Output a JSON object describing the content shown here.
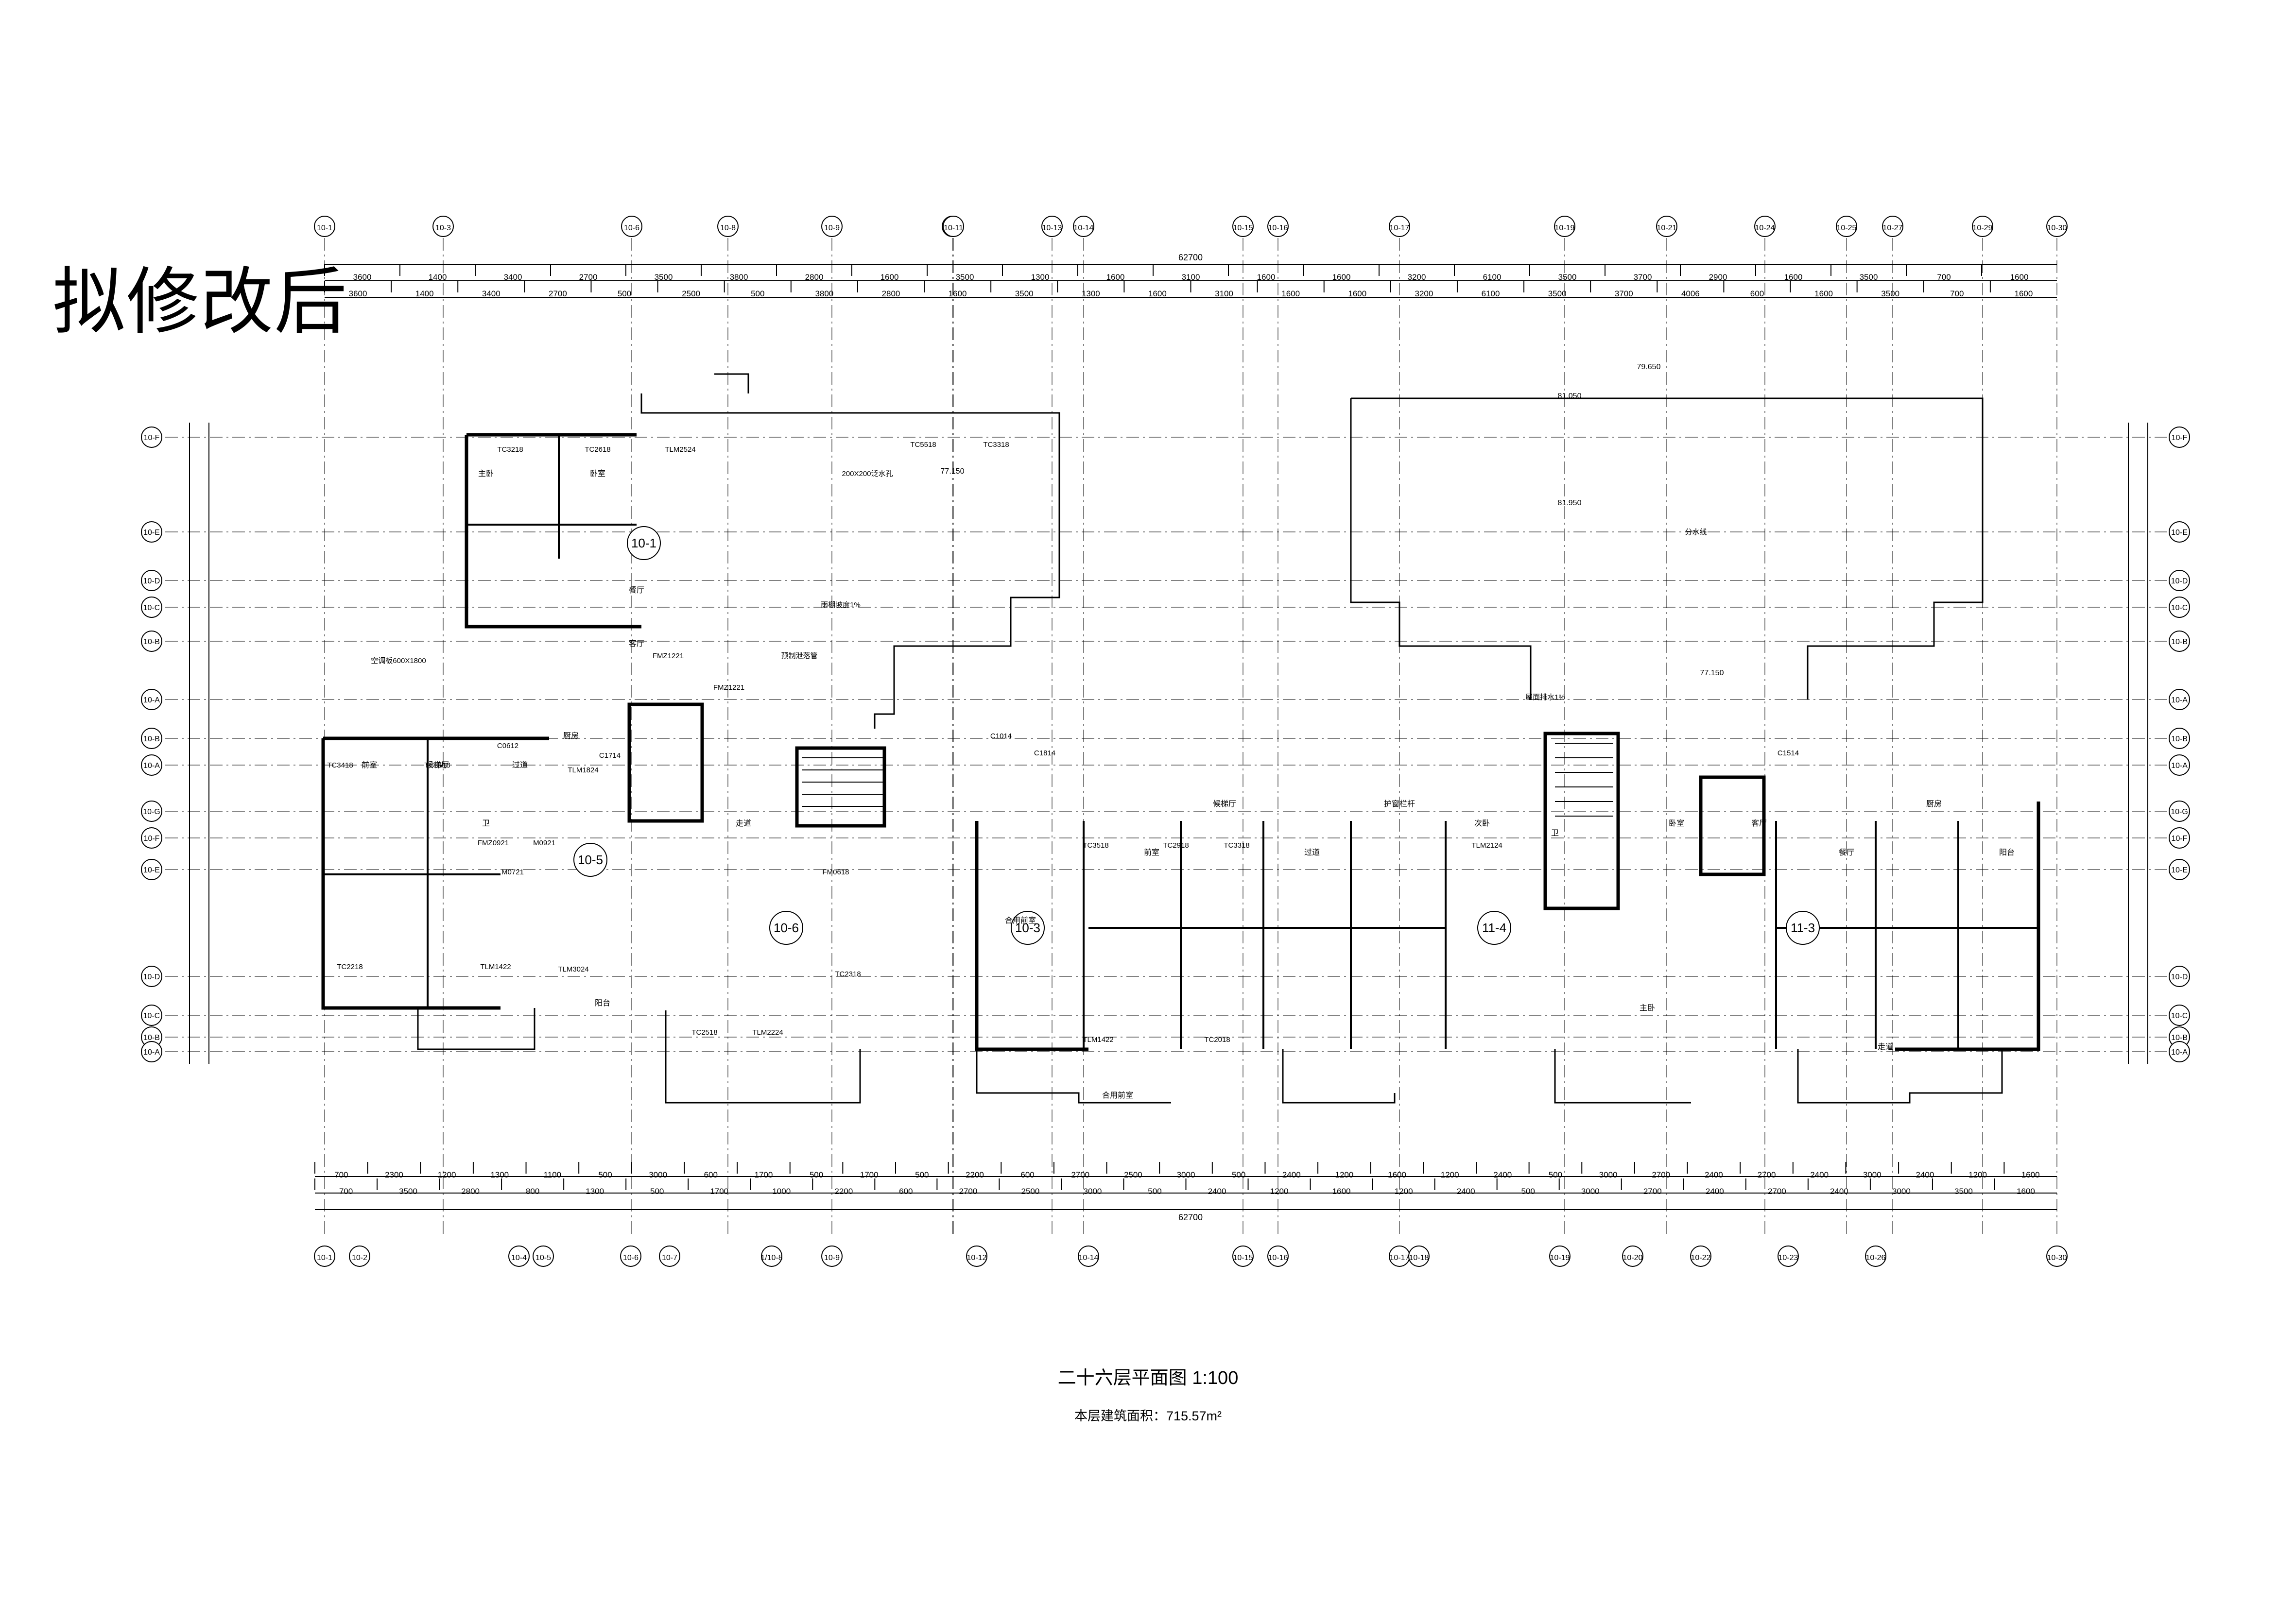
{
  "stamp": "拟修改后",
  "title": "二十六层平面图  1:100",
  "area_note": "本层建筑面积：715.57m²",
  "total_dimension": "62700",
  "top_dims_row1": [
    "3600",
    "1400",
    "3400",
    "2700",
    "3500",
    "3800",
    "2800",
    "1600",
    "3500",
    "1300",
    "1600",
    "3100",
    "1600",
    "1600",
    "3200",
    "6100",
    "3500",
    "3700",
    "2900",
    "1600",
    "3500",
    "700",
    "1600"
  ],
  "top_dims_row2": [
    "3600",
    "1400",
    "3400",
    "2700",
    "500",
    "2500",
    "500",
    "3800",
    "2800",
    "1600",
    "3500",
    "1300",
    "1600",
    "3100",
    "1600",
    "1600",
    "3200",
    "6100",
    "3500",
    "3700",
    "4006",
    "600",
    "1600",
    "3500",
    "700",
    "1600"
  ],
  "bottom_dims_row1": [
    "700",
    "2300",
    "1200",
    "1300",
    "1100",
    "500",
    "3000",
    "600",
    "1700",
    "500",
    "1700",
    "500",
    "2200",
    "600",
    "2700",
    "2500",
    "3000",
    "500",
    "2400",
    "1200",
    "1600",
    "1200",
    "2400",
    "500",
    "3000",
    "2700",
    "2400",
    "2700",
    "2400",
    "3000",
    "2400",
    "1200",
    "1600"
  ],
  "bottom_dims_row2": [
    "700",
    "3500",
    "2800",
    "800",
    "1300",
    "500",
    "1700",
    "1000",
    "2200",
    "600",
    "2700",
    "2500",
    "3000",
    "500",
    "2400",
    "1200",
    "1600",
    "1200",
    "2400",
    "500",
    "3000",
    "2700",
    "2400",
    "2700",
    "2400",
    "3000",
    "3500",
    "1600"
  ],
  "top_axes": [
    "10-1",
    "10-3",
    "10-6",
    "10-8",
    "10-9",
    "10-10",
    "10-11",
    "10-13",
    "10-14",
    "10-15",
    "10-16",
    "10-17",
    "10-19",
    "10-21",
    "10-24",
    "10-25",
    "10-27",
    "10-29",
    "10-30"
  ],
  "bottom_axes": [
    "10-1",
    "10-2",
    "10-4",
    "10-5",
    "10-6",
    "10-7",
    "1/10-8",
    "10-9",
    "10-12",
    "10-14",
    "10-15",
    "10-16",
    "10-17",
    "10-18",
    "10-19",
    "10-20",
    "10-22",
    "10-23",
    "10-26",
    "10-30"
  ],
  "left_axes": [
    "10-F",
    "10-E",
    "10-D",
    "10-C",
    "10-B",
    "10-A",
    "10-B",
    "10-A",
    "10-G",
    "10-F",
    "10-E",
    "10-D",
    "10-C",
    "10-B",
    "10-A"
  ],
  "right_axes": [
    "10-F",
    "10-E",
    "10-D",
    "10-C",
    "10-B",
    "10-A",
    "10-B",
    "10-A",
    "10-G",
    "10-F",
    "10-E",
    "10-D",
    "10-C",
    "10-B",
    "10-A"
  ],
  "unit_labels": [
    "10-1",
    "10-5",
    "10-6",
    "10-3",
    "11-4",
    "11-3"
  ],
  "room_labels": [
    "主卧",
    "卧室",
    "客厅",
    "餐厅",
    "厨房",
    "阳台",
    "卫",
    "合用前室",
    "走道",
    "前室",
    "候梯厅",
    "过道",
    "护窗栏杆",
    "次卧"
  ],
  "door_window_tags": [
    "TC3218",
    "TC2618",
    "TLM2524",
    "TC5518",
    "TC3318",
    "TC3418",
    "TC2518",
    "TLM1824",
    "C0612",
    "M0921",
    "FMZ0921",
    "M0721",
    "FMZ1221",
    "TC2218",
    "TLM1422",
    "TLM3024",
    "C1714",
    "FMZ1221",
    "C1814",
    "C1014",
    "TC2518",
    "TC3518",
    "TC2918",
    "TC3318",
    "TLM2124",
    "C1514",
    "TLM1422",
    "TC2018",
    "TC2318",
    "TLM2224",
    "FM0618"
  ],
  "elevations": [
    "77.150",
    "79.650",
    "81.050",
    "81.950",
    "77.150"
  ],
  "notes": [
    "200X200泛水孔",
    "空调板600X1800",
    "预制泄落管",
    "屋面排水1%",
    "分水线",
    "雨棚坡度1%"
  ],
  "colors": {
    "line": "#000000",
    "background": "#ffffff"
  }
}
